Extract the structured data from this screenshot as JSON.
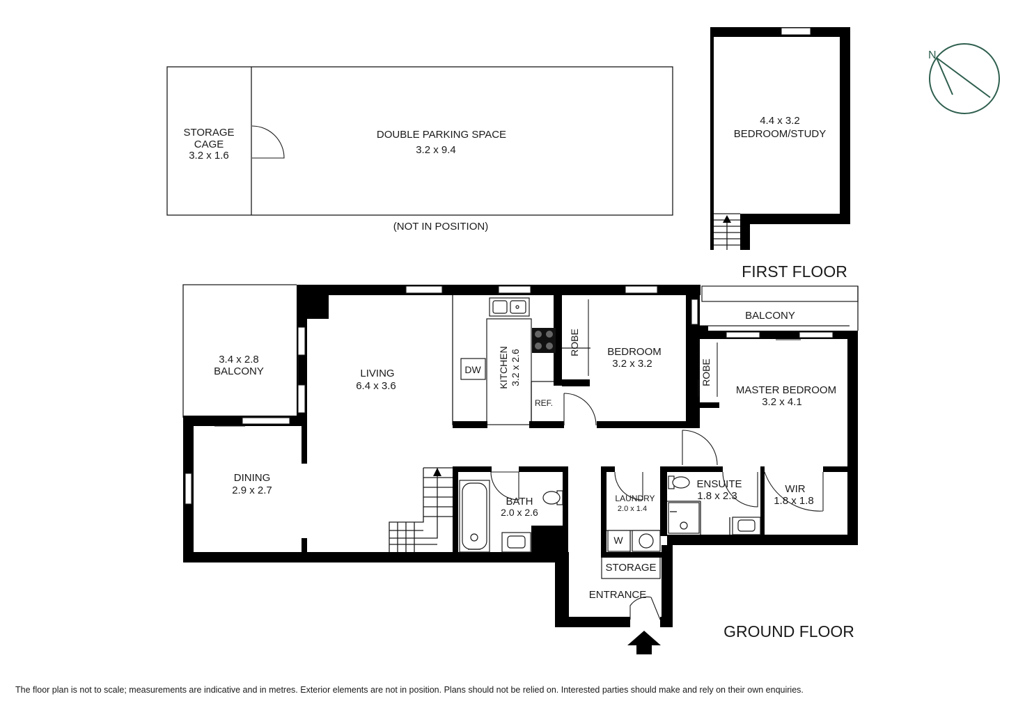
{
  "labels": {
    "storage_cage": {
      "name_line1": "STORAGE",
      "name_line2": "CAGE",
      "dims": "3.2 x 1.6"
    },
    "parking": {
      "name": "DOUBLE PARKING SPACE",
      "dims": "3.2 x 9.4"
    },
    "not_in_position": "(NOT IN POSITION)",
    "bedroom_study": {
      "dims": "4.4 x 3.2",
      "name": "BEDROOM/STUDY"
    },
    "compass_north": "N",
    "first_floor": "FIRST FLOOR",
    "ground_floor": "GROUND FLOOR",
    "balcony_left": {
      "dims": "3.4 x 2.8",
      "name": "BALCONY"
    },
    "living": {
      "name": "LIVING",
      "dims": "6.4 x 3.6"
    },
    "dining": {
      "name": "DINING",
      "dims": "2.9 x 2.7"
    },
    "kitchen": {
      "name": "KITCHEN",
      "dims": "3.2 x 2.6"
    },
    "dishwasher": "DW",
    "fridge": "REF.",
    "robe_1": "ROBE",
    "bedroom": {
      "name": "BEDROOM",
      "dims": "3.2 x 3.2"
    },
    "balcony_right": "BALCONY",
    "robe_2": "ROBE",
    "master_bedroom": {
      "name": "MASTER BEDROOM",
      "dims": "3.2 x 4.1"
    },
    "bath": {
      "name": "BATH",
      "dims": "2.0 x 2.6"
    },
    "laundry": {
      "name": "LAUNDRY",
      "dims": "2.0 x 1.4"
    },
    "washer": "W",
    "ensuite": {
      "name": "ENSUITE",
      "dims": "1.8 x 2.3"
    },
    "wir": {
      "name": "WIR",
      "dims": "1.8 x 1.8"
    },
    "storage": "STORAGE",
    "entrance": "ENTRANCE"
  },
  "disclaimer": "The floor plan is not to scale; measurements are indicative and in metres. Exterior elements are not in position. Plans should not be relied on. Interested parties should make and rely on their own enquiries.",
  "colors": {
    "wall": "#000000",
    "compass": "#2f5f4f",
    "background": "#ffffff"
  },
  "icons": [
    "compass-icon",
    "entry-arrow-icon",
    "stair-arrow-icon",
    "sink-icon",
    "cooktop-icon",
    "toilet-icon",
    "bathtub-icon",
    "shower-icon",
    "basin-icon"
  ]
}
